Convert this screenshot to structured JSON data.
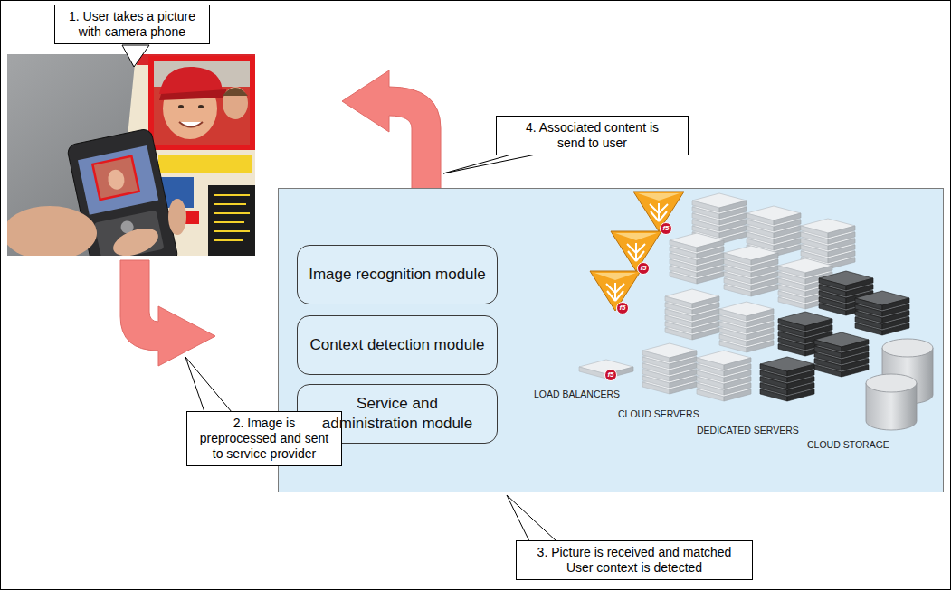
{
  "diagram": {
    "nodes": [
      {
        "text": [
          "1. User takes a picture with camera phone"
        ]
      },
      {
        "text": [
          "4. Associated content is send to user"
        ]
      },
      {
        "text": [
          "LOAD BALANCERS",
          "CLOUD SERVERS",
          "DEDICATED SERVERS",
          "CLOUD STORAGE"
        ]
      },
      {
        "text": [
          "Image recognition module"
        ],
        "in": 2
      },
      {
        "text": [
          "Context detection module"
        ],
        "in": 2
      },
      {
        "text": [
          "Service and administration module"
        ],
        "in": 2
      },
      {
        "text": [
          "2. Image is preprocessed and sent to service provider"
        ]
      },
      {
        "text": [
          "3. Picture is received and matched User context is detected"
        ]
      }
    ],
    "labels": [
      "f5",
      "f5",
      "f5",
      "f5"
    ]
  }
}
